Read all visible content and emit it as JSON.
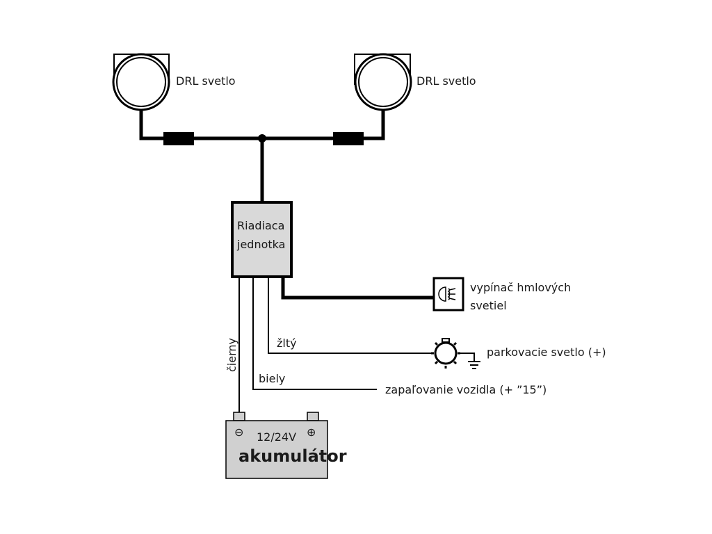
{
  "diagram": {
    "title": "DRL wiring diagram",
    "components": {
      "drl_left": {
        "label": "DRL svetlo"
      },
      "drl_right": {
        "label": "DRL svetlo"
      },
      "control_unit": {
        "line1": "Riadiaca",
        "line2": "jednotka"
      },
      "fog_switch": {
        "line1": "vypínač hmlových",
        "line2": "svetiel"
      },
      "parking_light": {
        "label": "parkovacie svetlo (+)"
      },
      "ignition": {
        "label": "zapaľovanie vozidla (+ ”15”)"
      },
      "battery": {
        "voltage": "12/24V",
        "name": "akumulátor",
        "neg_symbol": "⊖",
        "pos_symbol": "⊕"
      }
    },
    "wires": {
      "black": "čierny",
      "yellow": "žltý",
      "white": "biely"
    },
    "colors": {
      "line": "#000000",
      "box_fill": "#d9d9d9",
      "battery_fill": "#d0d0d0",
      "text": "#1a1a1a"
    }
  }
}
